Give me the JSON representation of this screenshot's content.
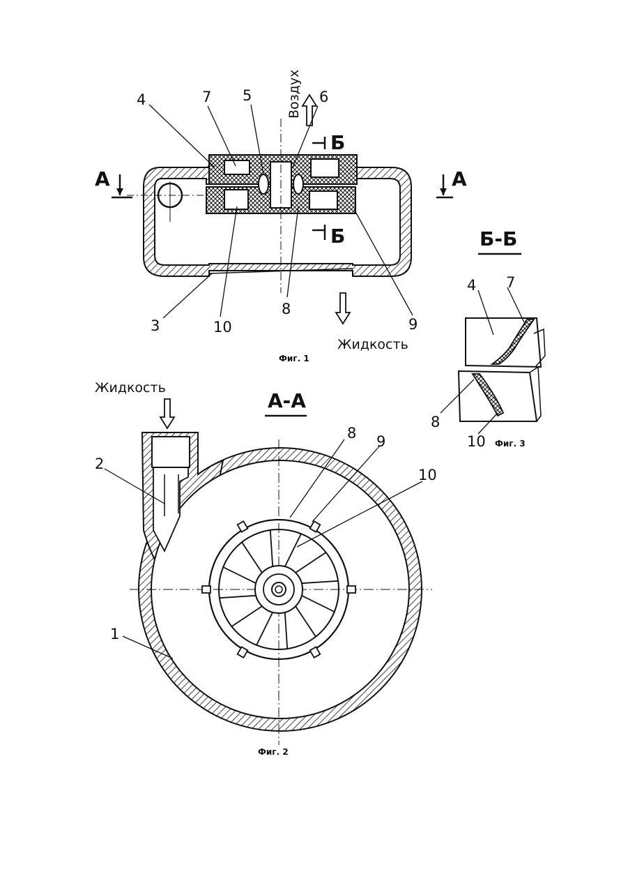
{
  "fig1": {
    "caption": "Фиг. 1",
    "air_label": "Воздух",
    "liquid_label": "Жидкость",
    "section_a_left": "А",
    "section_a_right": "А",
    "section_b_top": "Б",
    "section_b_bottom": "Б",
    "callouts": {
      "n4": "4",
      "n7": "7",
      "n5": "5",
      "n6": "6",
      "n3": "3",
      "n10": "10",
      "n8": "8",
      "n9": "9"
    }
  },
  "fig2": {
    "caption": "Фиг. 2",
    "title": "А-А",
    "liquid_label": "Жидкость",
    "callouts": {
      "n2": "2",
      "n1": "1",
      "n8": "8",
      "n9": "9",
      "n10": "10"
    }
  },
  "fig3": {
    "caption": "Фиг. 3",
    "title": "Б-Б",
    "callouts": {
      "n4": "4",
      "n7": "7",
      "n8": "8",
      "n10": "10"
    }
  }
}
